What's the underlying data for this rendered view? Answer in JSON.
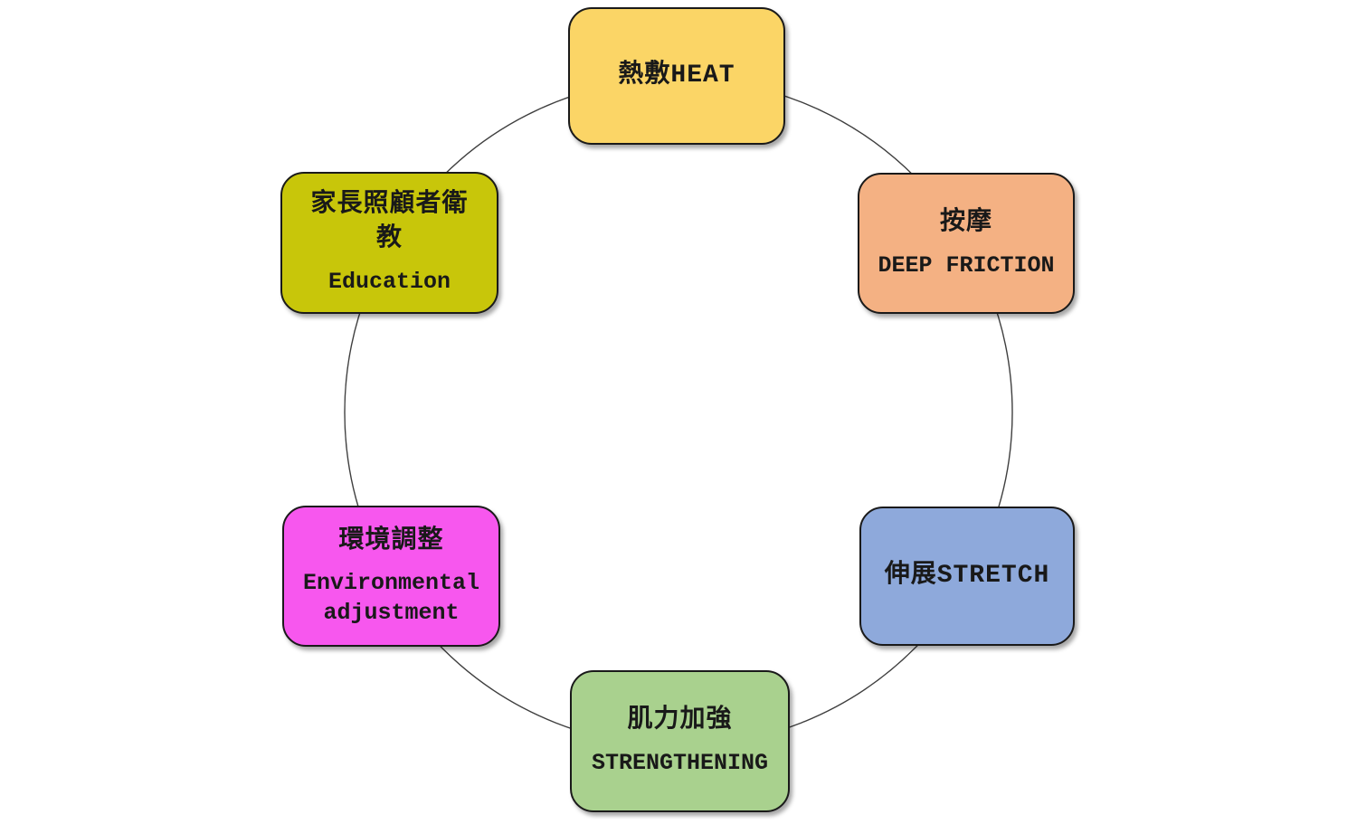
{
  "diagram": {
    "type": "cycle",
    "circle_color": "#3f3f3f",
    "border_color": "#1a1a1a",
    "text_color": "#191919",
    "background": "#ffffff",
    "nodes": [
      {
        "id": "heat",
        "position": "top",
        "line1": "熱敷HEAT",
        "line2": "",
        "fill": "#FBD566"
      },
      {
        "id": "deep-friction",
        "position": "top-right",
        "line1": "按摩",
        "line2": "DEEP FRICTION",
        "fill": "#F4B183"
      },
      {
        "id": "stretch",
        "position": "bottom-right",
        "line1": "伸展STRETCH",
        "line2": "",
        "fill": "#8EA9DB"
      },
      {
        "id": "strengthening",
        "position": "bottom",
        "line1": "肌力加強",
        "line2": "STRENGTHENING",
        "fill": "#A9D18E"
      },
      {
        "id": "environmental-adjustment",
        "position": "bottom-left",
        "line1": "環境調整",
        "line2": "Environmental adjustment",
        "fill": "#F757EE"
      },
      {
        "id": "education",
        "position": "top-left",
        "line1": "家長照顧者衛教",
        "line2": "Education",
        "fill": "#C8C60A"
      }
    ]
  }
}
